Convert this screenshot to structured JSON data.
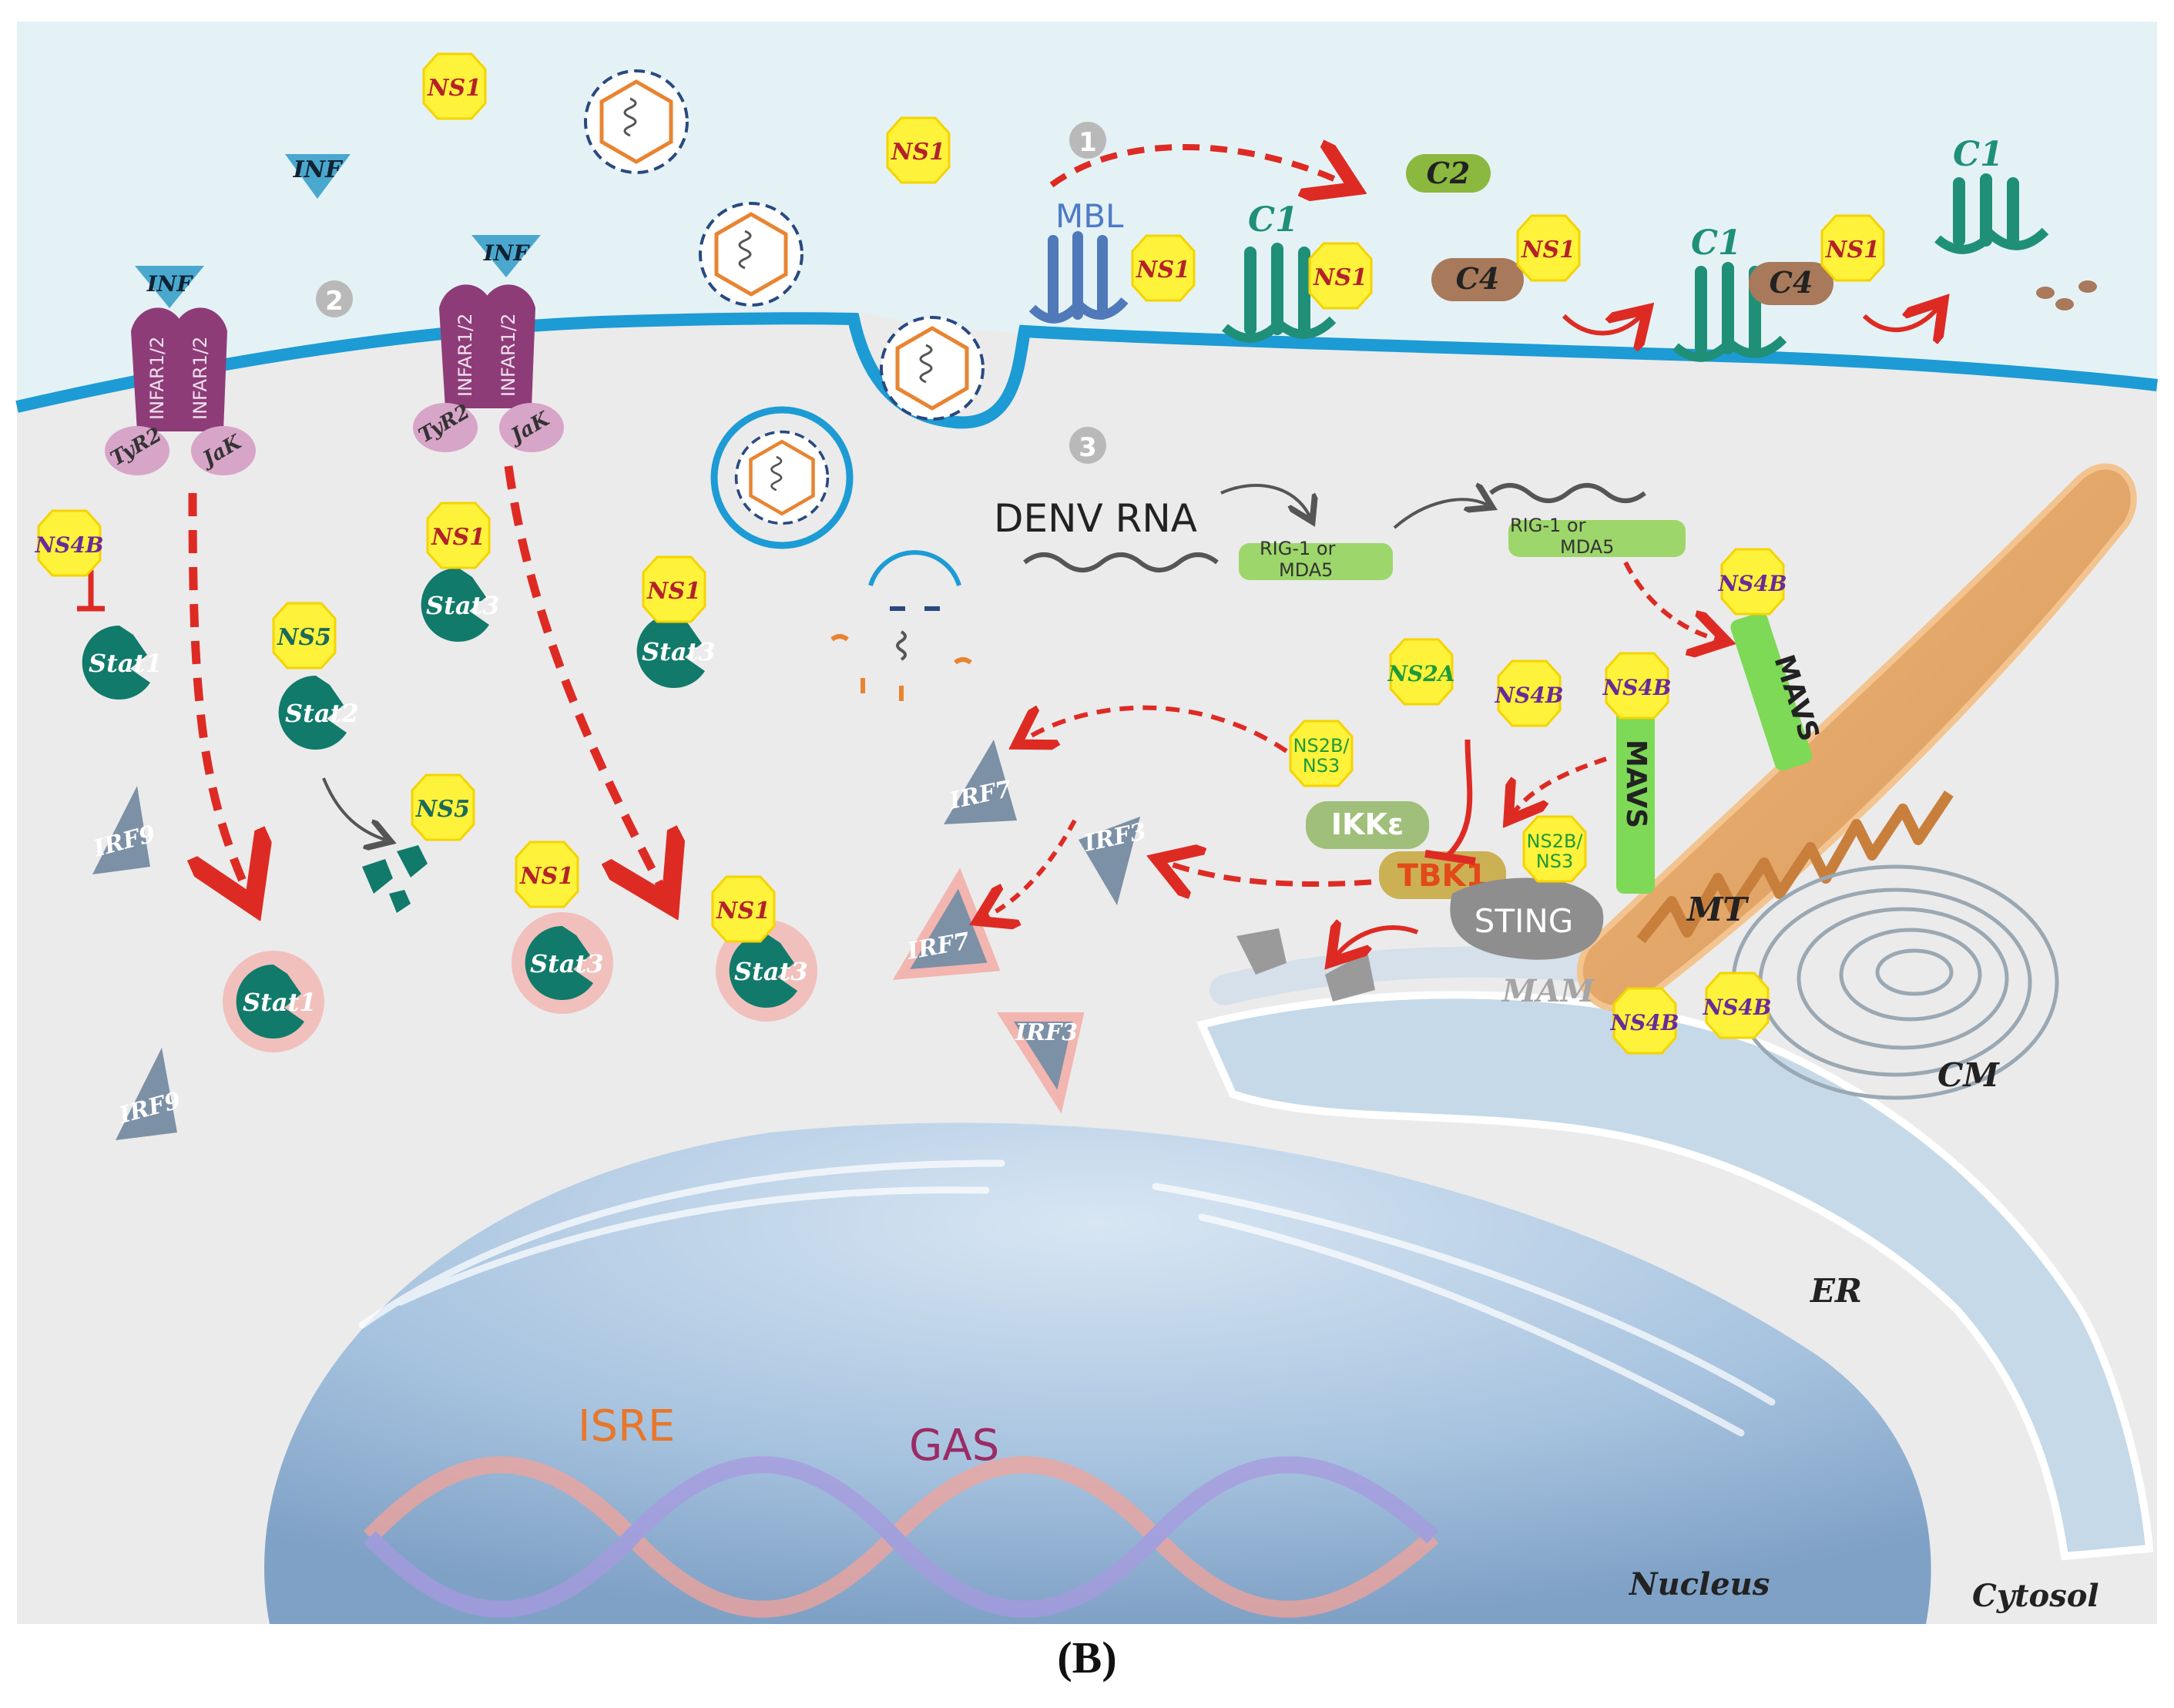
{
  "figure": {
    "caption": "(B)"
  },
  "steps": [
    "1",
    "2",
    "3"
  ],
  "regions": {
    "nucleus": "Nucleus",
    "cytosol": "Cytosol",
    "er": "ER",
    "mitochondrion": "MT",
    "cm": "CM",
    "mam": "MAM"
  },
  "proteins": {
    "ns1": "NS1",
    "ns5": "NS5",
    "ns4b": "NS4B",
    "ns2a": "NS2A",
    "ns2b_ns3_line1": "NS2B/",
    "ns2b_ns3_line2": "NS3",
    "inf": "INF",
    "infar": "INFAR1/2",
    "tyr2": "TyR2",
    "jak": "JaK",
    "stat1": "Stat1",
    "stat2": "Stat2",
    "stat3": "Stat3",
    "irf9": "IRF9",
    "irf7": "IRF7",
    "irf3": "IRF3",
    "mbl": "MBL",
    "c1": "C1",
    "c2": "C2",
    "c4": "C4",
    "denv_rna": "DENV RNA",
    "rig1_line1": "RIG-1 or",
    "rig1_line2": "MDA5",
    "mavs": "MAVS",
    "ikke": "IKKε",
    "tbk1": "TBK1",
    "sting": "STING"
  },
  "dna": {
    "isre": "ISRE",
    "gas": "GAS"
  },
  "colors": {
    "extracellular": "#e4f2f6",
    "cytoplasm": "#ebebeb",
    "membrane": "#1d9bd4",
    "ns_badge": "#fff23a",
    "stat": "#117a6a",
    "receptor": "#8e3c78",
    "irf": "#7c90a6",
    "mitochondrion": "#e3a86a",
    "er": "#c5d9e8",
    "nucleus": "#9ab8d6",
    "arrow": "#dd2b24",
    "mavs": "#7ed957",
    "tbk1": "#f0a634",
    "sting": "#8e8e8e",
    "complement": "#1f8f78"
  }
}
